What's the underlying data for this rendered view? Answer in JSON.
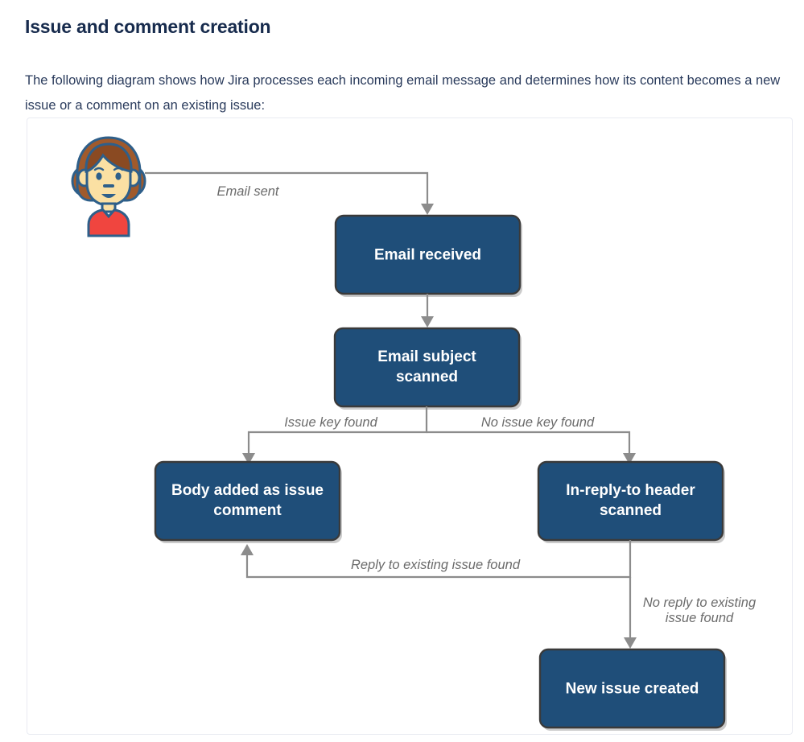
{
  "page": {
    "title": "Issue and comment creation",
    "intro": "The following diagram shows how Jira processes each incoming email message and determines how its content becomes a new issue or a comment on an existing issue:"
  },
  "colors": {
    "title": "#172b4d",
    "body_text": "#2a3b5c",
    "node_fill": "#1f4e79",
    "node_border": "#3a3a3a",
    "node_text": "#ffffff",
    "edge_line": "#8c8c8c",
    "edge_label": "#6b6b6b",
    "panel_border": "#e9ebf2",
    "avatar_hair": "#a05a2c",
    "avatar_hair_dark": "#8a4a22",
    "avatar_skin": "#fbe0a3",
    "avatar_outline": "#2e5f8a",
    "avatar_shirt": "#f0453f"
  },
  "diagram": {
    "actor": {
      "name": "user-avatar",
      "alt": "Person sending an email"
    },
    "nodes": [
      {
        "id": "email-received",
        "label": "Email received",
        "lines": [
          "Email received"
        ]
      },
      {
        "id": "email-subject-scanned",
        "label": "Email subject scanned",
        "lines": [
          "Email subject",
          "scanned"
        ]
      },
      {
        "id": "body-added-as-issue-comment",
        "label": "Body added as issue comment",
        "lines": [
          "Body added as issue",
          "comment"
        ]
      },
      {
        "id": "in-reply-to-header-scanned",
        "label": "In-reply-to header scanned",
        "lines": [
          "In-reply-to header",
          "scanned"
        ]
      },
      {
        "id": "new-issue-created",
        "label": "New issue created",
        "lines": [
          "New issue created"
        ]
      }
    ],
    "edges": [
      {
        "id": "email-sent",
        "label": "Email sent",
        "lines": [
          "Email sent"
        ],
        "from": "user-avatar",
        "to": "email-received"
      },
      {
        "id": "issue-key-found",
        "label": "Issue key found",
        "lines": [
          "Issue key found"
        ],
        "from": "email-subject-scanned",
        "to": "body-added-as-issue-comment"
      },
      {
        "id": "no-issue-key-found",
        "label": "No issue key found",
        "lines": [
          "No issue key found"
        ],
        "from": "email-subject-scanned",
        "to": "in-reply-to-header-scanned"
      },
      {
        "id": "reply-to-existing-issue-found",
        "label": "Reply to existing issue found",
        "lines": [
          "Reply to existing issue found"
        ],
        "from": "in-reply-to-header-scanned",
        "to": "body-added-as-issue-comment"
      },
      {
        "id": "no-reply-to-existing-issue-found",
        "label": "No reply to existing issue found",
        "lines": [
          "No reply to existing",
          "issue found"
        ],
        "from": "in-reply-to-header-scanned",
        "to": "new-issue-created"
      },
      {
        "id": "received-to-subject",
        "label": "",
        "lines": [],
        "from": "email-received",
        "to": "email-subject-scanned"
      }
    ]
  }
}
